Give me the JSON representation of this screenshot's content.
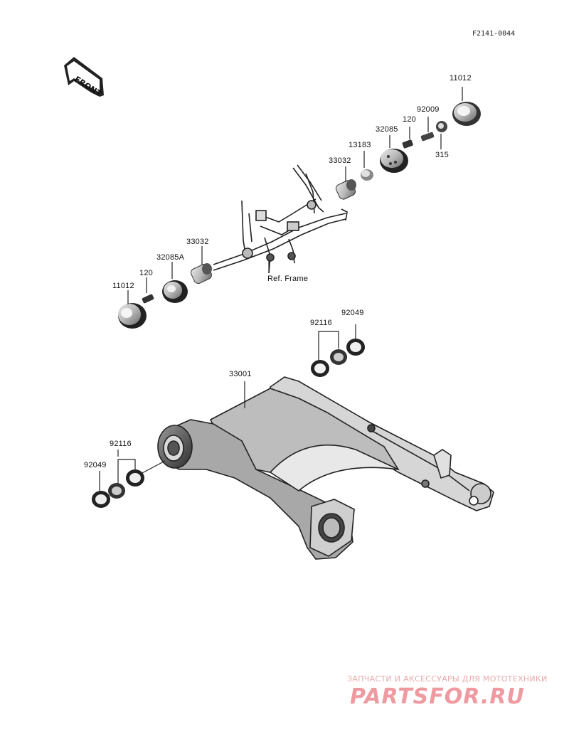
{
  "diagram_code": "F2141-0044",
  "front_label": "FRONT",
  "ref_frame_label": "Ref. Frame",
  "parts": {
    "p11012_top": "11012",
    "p92009": "92009",
    "p120_top": "120",
    "p32085": "32085",
    "p315": "315",
    "p13183": "13183",
    "p33032_top": "33032",
    "p33032_left": "33032",
    "p32085a": "32085A",
    "p120_left": "120",
    "p11012_left": "11012",
    "p92049_top": "92049",
    "p92116_top": "92116",
    "p33001": "33001",
    "p92116_left": "92116",
    "p92049_left": "92049"
  },
  "watermark": {
    "caption": "ЗАПЧАСТИ И АКСЕССУАРЫ ДЛЯ МОТОТЕХНИКИ",
    "brand": "PARTSFOR.RU"
  }
}
